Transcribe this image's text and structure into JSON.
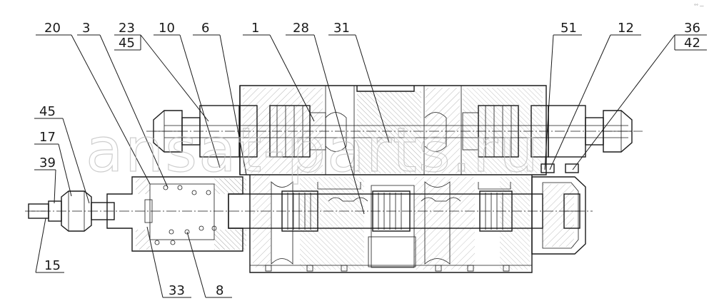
{
  "watermark": "ansat-parts.ru",
  "corner_mark": "°° —",
  "callouts": {
    "c20": "20",
    "c3": "3",
    "c23": "23",
    "c45top": "45",
    "c10": "10",
    "c6": "6",
    "c1": "1",
    "c28": "28",
    "c31": "31",
    "c51": "51",
    "c12": "12",
    "c36": "36",
    "c42": "42",
    "c45left": "45",
    "c17": "17",
    "c39": "39",
    "c15": "15",
    "c33": "33",
    "c8": "8"
  }
}
